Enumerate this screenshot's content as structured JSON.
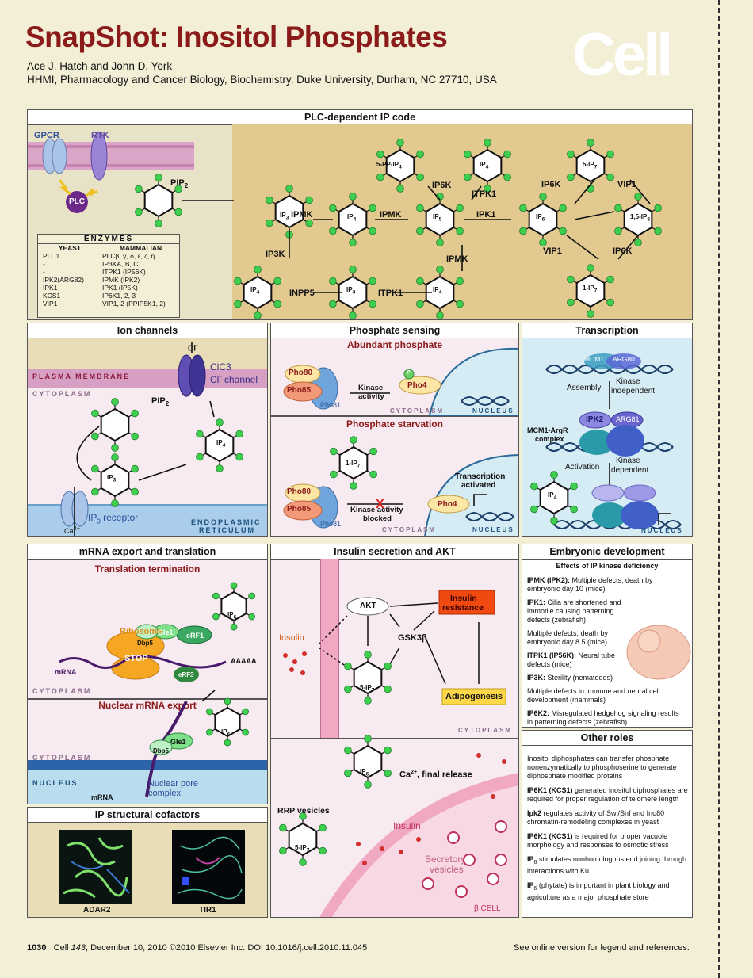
{
  "header": {
    "title": "SnapShot: Inositol Phosphates",
    "authors": "Ace J. Hatch and John D. York",
    "affiliation": "HHMI, Pharmacology and Cancer Biology, Biochemistry, Duke University, Durham, NC 27710, USA",
    "logo": "Cell"
  },
  "plc": {
    "title": "PLC-dependent IP code",
    "gpcr": "GPCR",
    "rtk": "RTK",
    "plc": "PLC",
    "pip2": "PIP",
    "ip3": "IP",
    "ip4": "IP",
    "ip5": "IP",
    "ip6": "IP",
    "ip4b": "IP",
    "ip3b": "IP",
    "ip4c": "IP",
    "pp_ip4": "5-PP-IP",
    "ip4top": "IP",
    "ip7a": "5-IP",
    "ip8": "1,5-IP",
    "ip7b": "1-IP",
    "e_ipmk1": "IPMK",
    "e_ipmk2": "IPMK",
    "e_ipk1": "IPK1",
    "e_ip6k1": "IP6K",
    "e_itpk1a": "ITPK1",
    "e_ip6k2": "IP6K",
    "e_vip1a": "VIP1",
    "e_vip1b": "VIP1",
    "e_ip6k3": "IP6K",
    "e_ip3k": "IP3K",
    "e_inpp5": "INPP5",
    "e_itpk1b": "ITPK1",
    "e_ipmk3": "IPMK",
    "enz_title": "ENZYMES",
    "yeast": "YEAST",
    "mammalian": "MAMMALIAN",
    "yeast_rows": [
      "PLC1",
      "-",
      "-",
      "IPK2(ARG82)",
      "IPK1",
      "KCS1",
      "VIP1"
    ],
    "mamm_rows": [
      "PLCβ, γ, δ, ε, ζ, η",
      "IP3KA, B, C",
      "ITPK1 (IP56K)",
      "IPMK (IPK2)",
      "IPK1 (IP5K)",
      "IP6K1, 2, 3",
      "VIP1, 2 (PPIP5K1, 2)"
    ]
  },
  "ion": {
    "title": "Ion channels",
    "cl": "Cl",
    "pm": "PLASMA MEMBRANE",
    "cyto": "CYTOPLASM",
    "clc3": "ClC3",
    "clchan": "Cl",
    "channel": "channel",
    "pip2": "PIP",
    "ip3": "IP",
    "ip4": "IP",
    "receptor_pre": "IP",
    "receptor_post": " receptor",
    "ca": "Ca",
    "er1": "ENDOPLASMIC",
    "er2": "RETICULUM"
  },
  "phos": {
    "title": "Phosphate sensing",
    "abundant": "Abundant phosphate",
    "starve": "Phosphate starvation",
    "pho80": "Pho80",
    "pho85": "Pho85",
    "pho81": "Pho81",
    "pho4": "Pho4",
    "p": "P",
    "kinase_activity": "Kinase",
    "kinase_activity2": "activity",
    "cyto": "CYTOPLASM",
    "nucleus": "NUCLEUS",
    "ip7": "1-IP",
    "blocked1": "Kinase activity",
    "blocked2": "blocked",
    "tx1": "Transcription",
    "tx2": "activated"
  },
  "trans": {
    "title": "Transcription",
    "mcm1": "MCM1",
    "arg80": "ARG80",
    "assembly": "Assembly",
    "kind1": "Kinase",
    "kind2": "independent",
    "ipk2": "IPK2",
    "arg81": "ARG81",
    "complex1": "MCM1-ArgR",
    "complex2": "complex",
    "activation": "Activation",
    "kdep1": "Kinase",
    "kdep2": "dependent",
    "ip4": "IP",
    "nucleus": "NUCLEUS"
  },
  "mrna": {
    "title": "mRNA export and translation",
    "term": "Translation termination",
    "ip6": "IP",
    "ribosome": "Ribosome",
    "stop": "STOP",
    "glel": "Gle1",
    "erf1": "eRF1",
    "dbp5": "Dbp5",
    "erf3": "eRF3",
    "aaaaa": "AAAAA",
    "mrna": "mRNA",
    "cyto": "CYTOPLASM",
    "export": "Nuclear mRNA export",
    "ip6b": "IP",
    "glel2": "Gle1",
    "dbp5b": "Dbp5",
    "cyto2": "CYTOPLASM",
    "nucleus": "NUCLEUS",
    "npc1": "Nuclear pore",
    "npc2": "complex",
    "mrna2": "mRNA"
  },
  "cof": {
    "title": "IP structural cofactors",
    "adar2": "ADAR2",
    "tir1": "TIR1"
  },
  "ins": {
    "title": "Insulin secretion and AKT",
    "akt": "AKT",
    "resist1": "Insulin",
    "resist2": "resistance",
    "insulin": "Insulin",
    "gsk": "GSK3β",
    "ip7": "5-IP",
    "adipo": "Adipogenesis",
    "cyto": "CYTOPLASM",
    "ip6": "IP",
    "ca": "Ca",
    "final": ", final release",
    "rrp": "RRP vesicles",
    "ip7b": "5-IP",
    "insulin2": "Insulin",
    "secr1": "Secretory",
    "secr2": "vesicles",
    "bcell": "β CELL"
  },
  "emb": {
    "title": "Embryonic development",
    "sub": "Effects of IP kinase deficiency",
    "items": [
      {
        "k": "IPMK (IPK2):",
        "v": " Multiple defects, death by embryonic day 10 (mice)"
      },
      {
        "k": "IPK1:",
        "v": " Cilia are shortened and immotile causing  patterning defects (zebrafish)"
      },
      {
        "k": "",
        "v": "Multiple defects, death by embryonic day 8.5 (mice)"
      },
      {
        "k": "ITPK1 (IP56K):",
        "v": " Neural tube defects (mice)"
      },
      {
        "k": "IP3K:",
        "v": " Sterility (nematodes)"
      },
      {
        "k": "",
        "v": "Multiple defects in immune and neural cell development (mammals)"
      },
      {
        "k": "IP6K2:",
        "v": " Misregulated hedgehog signaling results in patterning defects (zebrafish)"
      }
    ]
  },
  "other": {
    "title": "Other roles",
    "items": [
      {
        "k": "",
        "v": "Inositol diphosphates can transfer phosphate nonenzymatically to phosphoserine to generate diphosphate modified proteins"
      },
      {
        "k": "IP6K1 (KCS1)",
        "v": " generated inositol diphosphates are required for proper regulation of telomere length"
      },
      {
        "k": "Ipk2",
        "v": " regulates activity of Swi/Snf and Ino80 chromatin-remodeling complexes in yeast"
      },
      {
        "k": "IP6K1 (KCS1)",
        "v": " is required for proper vacuole morphology and responses to osmotic stress"
      },
      {
        "k": "IP",
        "v": " stimulates nonhomologous end joining through interactions with Ku"
      },
      {
        "k": "IP",
        "v": " (phytate) is important in plant biology and agriculture as a major phosphate store"
      }
    ]
  },
  "footer": {
    "page": "1030",
    "journal": "Cell ",
    "vol": "143",
    "rest": ", December 10, 2010 ©2010 Elsevier Inc.   DOI 10.1016/j.cell.2010.11.045",
    "online": "See online version for legend and references."
  }
}
